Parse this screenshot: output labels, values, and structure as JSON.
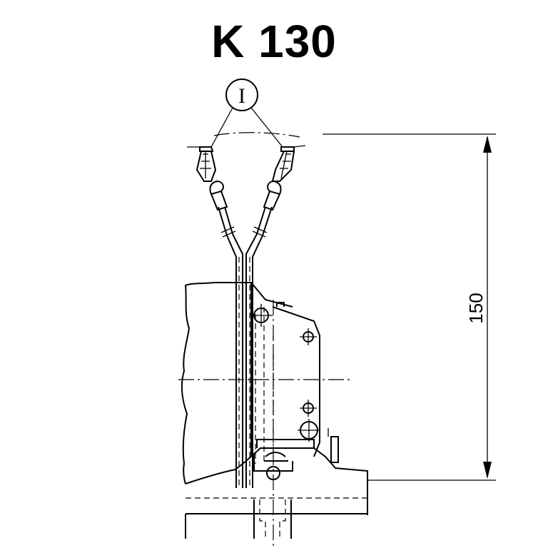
{
  "title": "K 130",
  "callout_label": "I",
  "dimension": {
    "value": "150"
  }
}
